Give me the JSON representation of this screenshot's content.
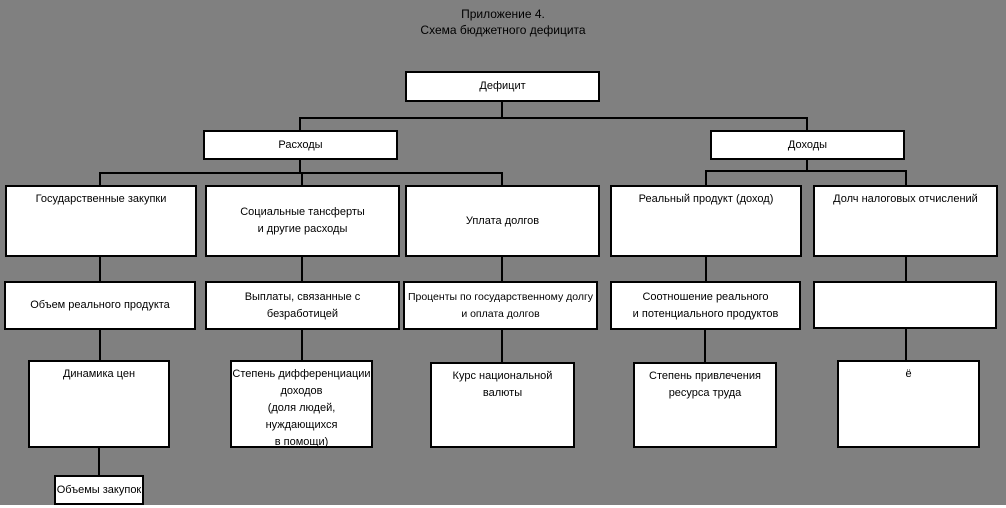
{
  "title": "Приложение 4.\nСхема бюджетного дефицита",
  "colors": {
    "background": "#808080",
    "box_fill": "#ffffff",
    "box_border": "#000000",
    "connector": "#000000",
    "text": "#000000"
  },
  "nodes": {
    "deficit": {
      "label": "Дефицит"
    },
    "expenses": {
      "label": "Расходы"
    },
    "incomes": {
      "label": "Доходы"
    },
    "gov_purchases": {
      "label": "Государственные закупки"
    },
    "social_transfers": {
      "label": "Социальные тансферты\nи другие расходы"
    },
    "debt_payment": {
      "label": "Уплата долгов"
    },
    "real_product": {
      "label": "Реальный продукт (доход)"
    },
    "tax_share": {
      "label": "Долч налоговых отчислений"
    },
    "real_product_volume": {
      "label": "Объем реального продукта"
    },
    "unemployment_payments": {
      "label": "Выплаты, связанные с\nбезработицей"
    },
    "state_debt_interest": {
      "label": "Проценты по государственному долгу\nи оплата долгов"
    },
    "products_ratio": {
      "label": "Соотношение реального\nи потенциального продуктов"
    },
    "empty_cell": {
      "label": ""
    },
    "price_dynamics": {
      "label": "Динамика цен"
    },
    "income_differentiation": {
      "label": "Степень дифференциации\nдоходов\n(доля людей, нуждающихся\nв помощи)"
    },
    "currency_rate": {
      "label": "Курс национальной валюты"
    },
    "labor_attraction": {
      "label": "Степень привлечения\nресурса труда"
    },
    "yo_cell": {
      "label": "ё"
    },
    "purchases_volume": {
      "label": "Объемы закупок"
    }
  }
}
